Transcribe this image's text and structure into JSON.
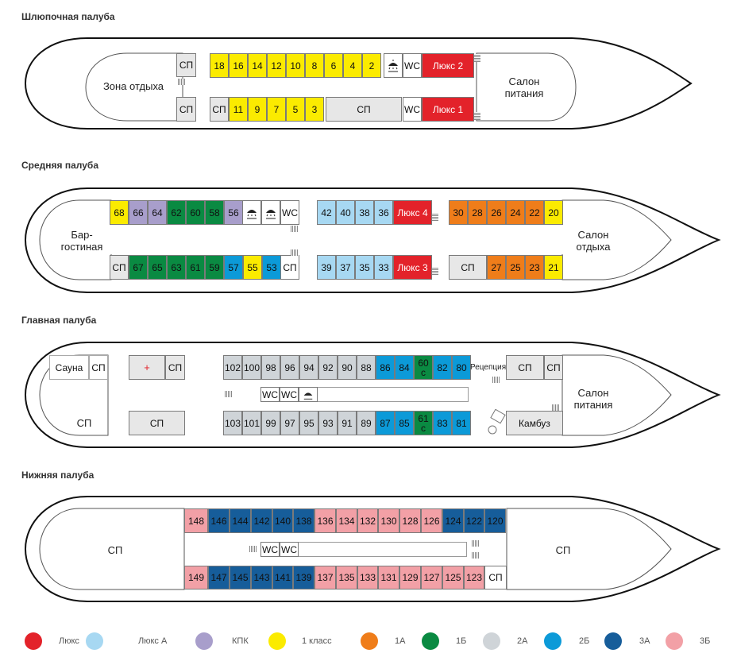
{
  "decks": [
    {
      "title": "Шлюпочная палуба",
      "areas": [
        "Зона отдыха",
        "Салон питания"
      ],
      "cabins_top": [
        "18",
        "16",
        "14",
        "12",
        "10",
        "8",
        "6",
        "4",
        "2"
      ],
      "cabins_bottom": [
        "11",
        "9",
        "7",
        "5",
        "3"
      ],
      "lux_top": "Люкс 2",
      "lux_bottom": "Люкс 1",
      "sp": "СП",
      "wc": "WC"
    },
    {
      "title": "Средняя палуба",
      "areas": [
        "Бар-",
        "гостиная",
        "Салон",
        "отдыха"
      ],
      "cabins_top": [
        "68",
        "66",
        "64",
        "62",
        "60",
        "58",
        "56",
        "42",
        "40",
        "38",
        "36",
        "30",
        "28",
        "26",
        "24",
        "22",
        "20"
      ],
      "cabins_bottom": [
        "67",
        "65",
        "63",
        "61",
        "59",
        "57",
        "55",
        "53",
        "39",
        "37",
        "35",
        "33",
        "27",
        "25",
        "23",
        "21"
      ],
      "lux_top": "Люкс 4",
      "lux_bottom": "Люкс 3",
      "sp": "СП",
      "wc": "WC"
    },
    {
      "title": "Главная палуба",
      "areas": [
        "Сауна",
        "Салон",
        "питания",
        "Рецепция",
        "Камбуз"
      ],
      "cabins_top": [
        "102",
        "100",
        "98",
        "96",
        "94",
        "92",
        "90",
        "88",
        "86",
        "84",
        "60",
        "82",
        "80"
      ],
      "cabins_bottom": [
        "103",
        "101",
        "99",
        "97",
        "95",
        "93",
        "91",
        "89",
        "87",
        "85",
        "61",
        "83",
        "81"
      ],
      "sub": "с",
      "medical": "+",
      "sp": "СП",
      "wc": "WC"
    },
    {
      "title": "Нижняя палуба",
      "cabins_top": [
        "148",
        "146",
        "144",
        "142",
        "140",
        "138",
        "136",
        "134",
        "132",
        "130",
        "128",
        "126",
        "124",
        "122",
        "120"
      ],
      "cabins_bottom": [
        "149",
        "147",
        "145",
        "143",
        "141",
        "139",
        "137",
        "135",
        "133",
        "131",
        "129",
        "127",
        "125",
        "123"
      ],
      "sp": "СП",
      "wc": "WC"
    }
  ],
  "legend": [
    {
      "label": "Люкс",
      "color": "#e3222a"
    },
    {
      "label": "Люкс А",
      "color": "#a7d8f2"
    },
    {
      "label": "КПК",
      "color": "#a89ecb"
    },
    {
      "label": "1 класс",
      "color": "#fbeb00"
    },
    {
      "label": "1А",
      "color": "#ef7d1a"
    },
    {
      "label": "1Б",
      "color": "#0a8a42"
    },
    {
      "label": "2А",
      "color": "#cfd4d8"
    },
    {
      "label": "2Б",
      "color": "#0c9ad8"
    },
    {
      "label": "3А",
      "color": "#165d9a"
    },
    {
      "label": "3Б",
      "color": "#f2a0a6"
    }
  ]
}
